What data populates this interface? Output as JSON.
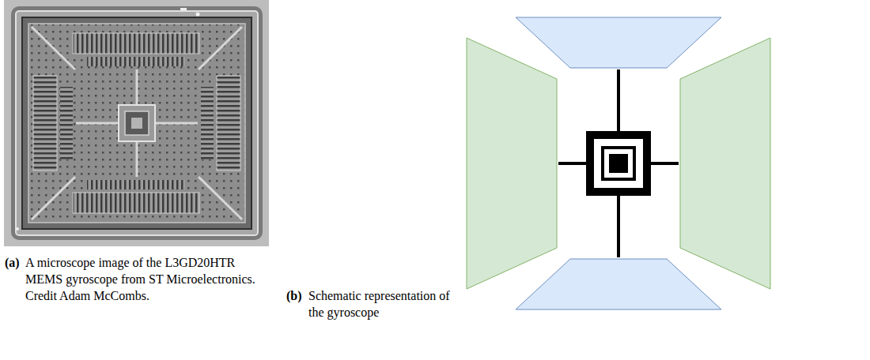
{
  "diagram": {
    "labels": [
      "(a)",
      "A microscope image of the L3GD20HTR MEMS gyroscope from ST Microelectronics. Credit Adam McCombs.",
      "(b)",
      "Schematic representation of the gyroscope"
    ]
  }
}
